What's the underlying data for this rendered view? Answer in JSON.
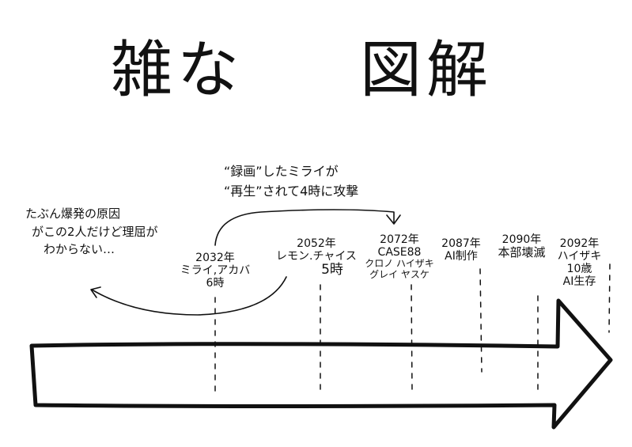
{
  "title": {
    "part1": "雑な",
    "part2": "図解"
  },
  "annotation_top": {
    "line1": "“録画”したミライが",
    "line2": "“再生”されて4時に攻撃"
  },
  "annotation_left": {
    "line1": "たぶん爆発の原因",
    "line2": "がこの2人だけど理屈が",
    "line3": "わからない…"
  },
  "events": [
    {
      "year": "2032年",
      "lines": [
        "ミライ,アカバ",
        "6時"
      ]
    },
    {
      "year": "2052年",
      "lines": [
        "レモン.チャイス",
        "5時"
      ]
    },
    {
      "year": "2072年",
      "lines": [
        "CASE88",
        "クロノ ハイザキ",
        "グレイ ヤスケ"
      ]
    },
    {
      "year": "2087年",
      "lines": [
        "AI制作"
      ]
    },
    {
      "year": "2090年",
      "lines": [
        "本部壊滅"
      ]
    },
    {
      "year": "2092年",
      "lines": [
        "ハイザキ",
        "10歳",
        "AI生存"
      ]
    }
  ]
}
